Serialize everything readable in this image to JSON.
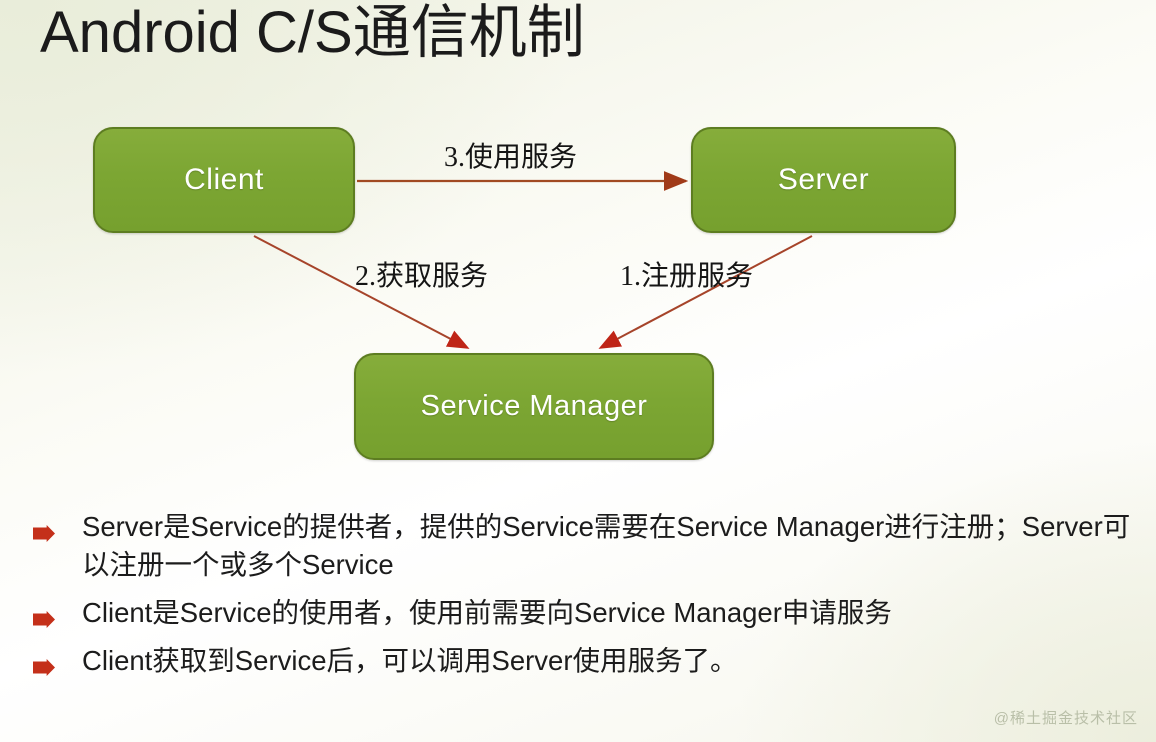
{
  "slide": {
    "title": "Android C/S通信机制",
    "background_color": "#f7f8ef",
    "watermark": "@稀土掘金技术社区"
  },
  "diagram": {
    "node_fill_color": "#7ca633",
    "node_border_color": "#5d7d21",
    "node_text_color": "#ffffff",
    "arrow_line_color": "#9a4520",
    "arrow_head_color": "#c0261a",
    "nodes": [
      {
        "id": "client",
        "label": "Client"
      },
      {
        "id": "server",
        "label": "Server"
      },
      {
        "id": "service-manager",
        "label": "Service Manager"
      }
    ],
    "edges": [
      {
        "id": "use-service",
        "label": "3.使用服务",
        "from": "Client",
        "to": "Server"
      },
      {
        "id": "get-service",
        "label": "2.获取服务",
        "from": "Client",
        "to": "Service Manager"
      },
      {
        "id": "register-service",
        "label": "1.注册服务",
        "from": "Server",
        "to": "Service Manager"
      }
    ]
  },
  "bullets": {
    "marker_color": "#c4301a",
    "items": [
      "Server是Service的提供者，提供的Service需要在Service Manager进行注册；Server可以注册一个或多个Service",
      "Client是Service的使用者，使用前需要向Service Manager申请服务",
      "Client获取到Service后，可以调用Server使用服务了。"
    ]
  }
}
